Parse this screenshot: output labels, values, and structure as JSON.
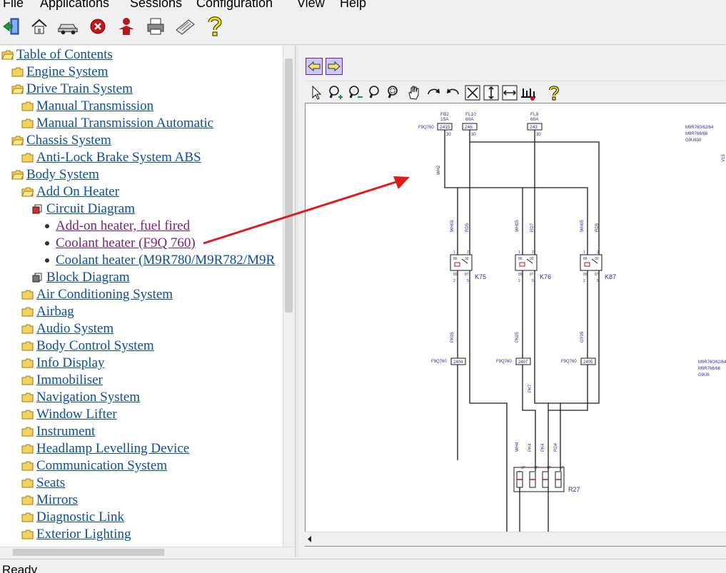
{
  "menu": [
    "File",
    "Applications",
    "Sessions",
    "Configuration",
    "View",
    "Help"
  ],
  "toolbar": {
    "buttons": [
      "exit-icon",
      "home-icon",
      "vehicle-icon",
      "stop-icon",
      "user-icon",
      "print-icon",
      "keyboard-icon",
      "help-icon"
    ]
  },
  "tree": {
    "items": [
      {
        "label": "Table of Contents",
        "level": 0,
        "kind": "folder-open"
      },
      {
        "label": "Engine System",
        "level": 1,
        "kind": "folder"
      },
      {
        "label": "Drive Train System",
        "level": 1,
        "kind": "folder-open"
      },
      {
        "label": "Manual Transmission",
        "level": 2,
        "kind": "folder"
      },
      {
        "label": "Manual Transmission Automatic",
        "level": 2,
        "kind": "folder"
      },
      {
        "label": "Chassis System",
        "level": 1,
        "kind": "folder-open"
      },
      {
        "label": "Anti-Lock Brake System ABS",
        "level": 2,
        "kind": "folder"
      },
      {
        "label": "Body System",
        "level": 1,
        "kind": "folder-open"
      },
      {
        "label": "Add On Heater",
        "level": 2,
        "kind": "folder-open"
      },
      {
        "label": "Circuit Diagram",
        "level": 3,
        "kind": "book-open"
      },
      {
        "label": "Add-on heater, fuel fired",
        "level": 4,
        "kind": "bullet",
        "visited": true
      },
      {
        "label": "Coolant heater (F9Q 760)",
        "level": 4,
        "kind": "bullet",
        "visited": true
      },
      {
        "label": "Coolant heater (M9R780/M9R782/M9R",
        "level": 4,
        "kind": "bullet"
      },
      {
        "label": "Block Diagram",
        "level": 3,
        "kind": "book"
      },
      {
        "label": "Air Conditioning System",
        "level": 2,
        "kind": "folder"
      },
      {
        "label": "Airbag",
        "level": 2,
        "kind": "folder"
      },
      {
        "label": "Audio System",
        "level": 2,
        "kind": "folder"
      },
      {
        "label": "Body Control System",
        "level": 2,
        "kind": "folder"
      },
      {
        "label": "Info Display",
        "level": 2,
        "kind": "folder"
      },
      {
        "label": "Immobiliser",
        "level": 2,
        "kind": "folder"
      },
      {
        "label": "Navigation System",
        "level": 2,
        "kind": "folder"
      },
      {
        "label": "Window Lifter",
        "level": 2,
        "kind": "folder"
      },
      {
        "label": "Instrument",
        "level": 2,
        "kind": "folder"
      },
      {
        "label": "Headlamp Levelling Device",
        "level": 2,
        "kind": "folder"
      },
      {
        "label": "Communication System",
        "level": 2,
        "kind": "folder"
      },
      {
        "label": "Seats",
        "level": 2,
        "kind": "folder"
      },
      {
        "label": "Mirrors",
        "level": 2,
        "kind": "folder"
      },
      {
        "label": "Diagnostic Link",
        "level": 2,
        "kind": "folder"
      },
      {
        "label": "Exterior Lighting",
        "level": 2,
        "kind": "folder"
      }
    ]
  },
  "diagram_toolbar": [
    "select-icon",
    "zoom-in-icon",
    "zoom-out-icon",
    "zoom-icon",
    "zoom-window-icon",
    "pan-hand-icon",
    "rotate-cw-icon",
    "rotate-ccw-icon",
    "fit-all-icon",
    "fit-height-icon",
    "fit-width-icon",
    "component-icon",
    "diagram-help-icon"
  ],
  "diagram": {
    "fuses": [
      {
        "name": "FB2",
        "rating": "15A",
        "id": "2415"
      },
      {
        "name": "FL10",
        "rating": "60A",
        "id": "246"
      },
      {
        "name": "FL9",
        "rating": "60A",
        "id": "243"
      }
    ],
    "fuse_pin": "30",
    "left_connector": "F9Q760",
    "right_labels": [
      "M9R760/62/64",
      "M9R766/68",
      "G9U630"
    ],
    "right_labels_bottom": [
      "M9R760/62/64",
      "M9R766/68",
      "G9U6"
    ],
    "relays": [
      "K75",
      "K76",
      "K87"
    ],
    "relay_pins": [
      "1",
      "2",
      "86",
      "30",
      "85",
      "87",
      "2",
      "5"
    ],
    "wires": [
      "WH2",
      "WH05",
      "RD5",
      "WH05",
      "RD7",
      "WH05",
      "RD5",
      "PK05",
      "PK05",
      "GY05",
      "PK7",
      "WH4",
      "PK4",
      "PK4",
      "RD4"
    ],
    "bottom_connectors": [
      {
        "label": "F9Q760",
        "id": "2404"
      },
      {
        "label": "F9Q760",
        "id": "2407"
      },
      {
        "label": "F9Q760",
        "id": "2405"
      }
    ],
    "heater": "R27",
    "heater_pin": "1P",
    "right_edge_mark": "V15"
  },
  "status": "Ready",
  "colors": {
    "link": "#0a4fa3",
    "visited": "#7a1f7a",
    "wire": "#1a1a1a",
    "diagram_text": "#2b2b9a",
    "annotation": "#e01b1b"
  }
}
